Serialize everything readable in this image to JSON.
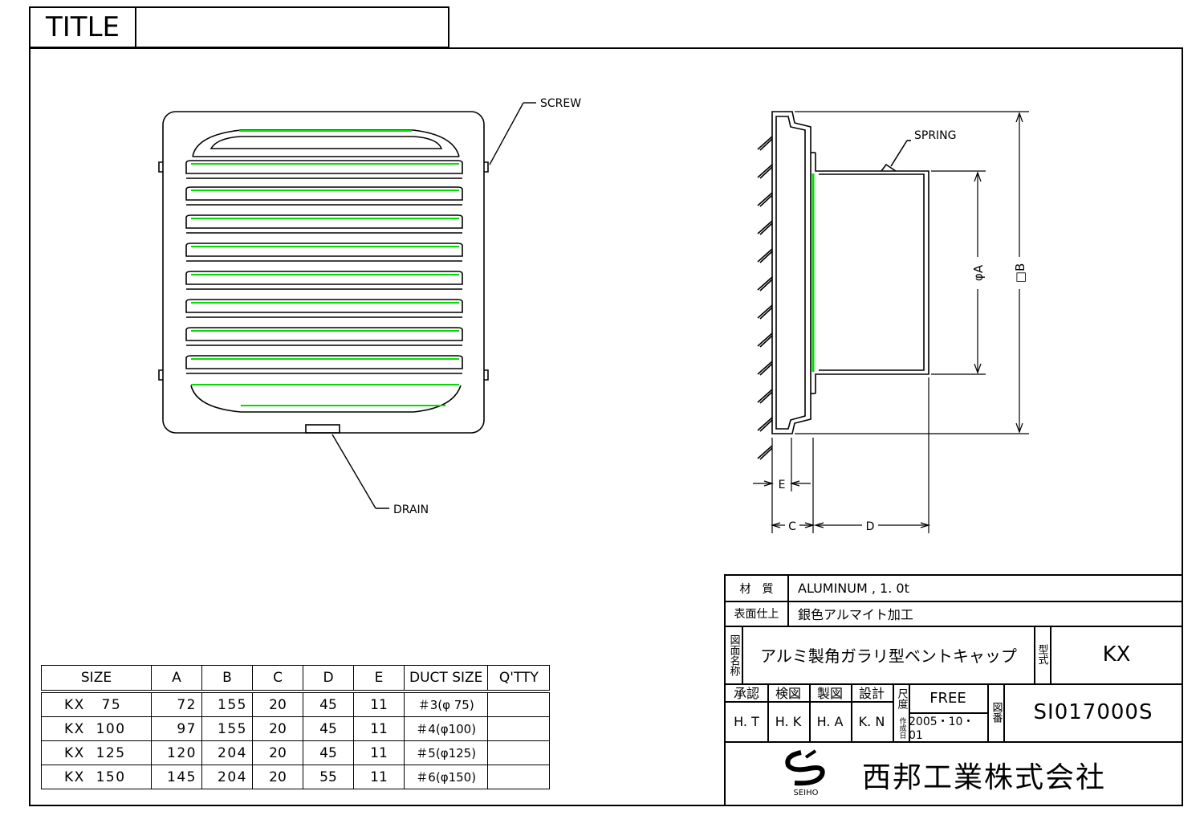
{
  "title_block": {
    "label": "TITLE",
    "value": ""
  },
  "callouts": {
    "screw": "SCREW",
    "drain": "DRAIN",
    "spring": "SPRING"
  },
  "dimensions": {
    "phi_a": "φA",
    "sq_b": "□B",
    "c": "C",
    "d": "D",
    "e": "E"
  },
  "size_table": {
    "headers": [
      "SIZE",
      "A",
      "B",
      "C",
      "D",
      "E",
      "DUCT SIZE",
      "Q'TTY"
    ],
    "rows": [
      [
        "KX   75",
        "72",
        "155",
        "20",
        "45",
        "11",
        "＃3(φ 75)",
        ""
      ],
      [
        "KX  100",
        "97",
        "155",
        "20",
        "45",
        "11",
        "＃4(φ100)",
        ""
      ],
      [
        "KX  125",
        "120",
        "204",
        "20",
        "45",
        "11",
        "＃5(φ125)",
        ""
      ],
      [
        "KX  150",
        "145",
        "204",
        "20",
        "55",
        "11",
        "＃6(φ150)",
        ""
      ]
    ]
  },
  "info": {
    "material_label": "材　質",
    "material_value": "ALUMINUM , 1. 0t",
    "finish_label": "表面仕上",
    "finish_value": "銀色アルマイト加工",
    "drawing_name_label": "図面名称",
    "drawing_name_value": "アルミ製角ガラリ型ベントキャップ",
    "model_label": "型式",
    "model_value": "KX",
    "approve_label": "承認",
    "check_label": "検図",
    "draw_label": "製図",
    "design_label": "設計",
    "approve_value": "H. T",
    "check_value": "H. K",
    "draw_value": "H. A",
    "design_value": "K. N",
    "scale_label": "尺度",
    "scale_value": "FREE",
    "date_label": "作成日",
    "date_value": "2005・10・01",
    "number_label": "図番",
    "number_value": "SI017000S",
    "company_logo_text": "SEIHO",
    "company_name": "西邦工業株式会社"
  },
  "colors": {
    "line": "#000000",
    "highlight": "#00dd00"
  }
}
